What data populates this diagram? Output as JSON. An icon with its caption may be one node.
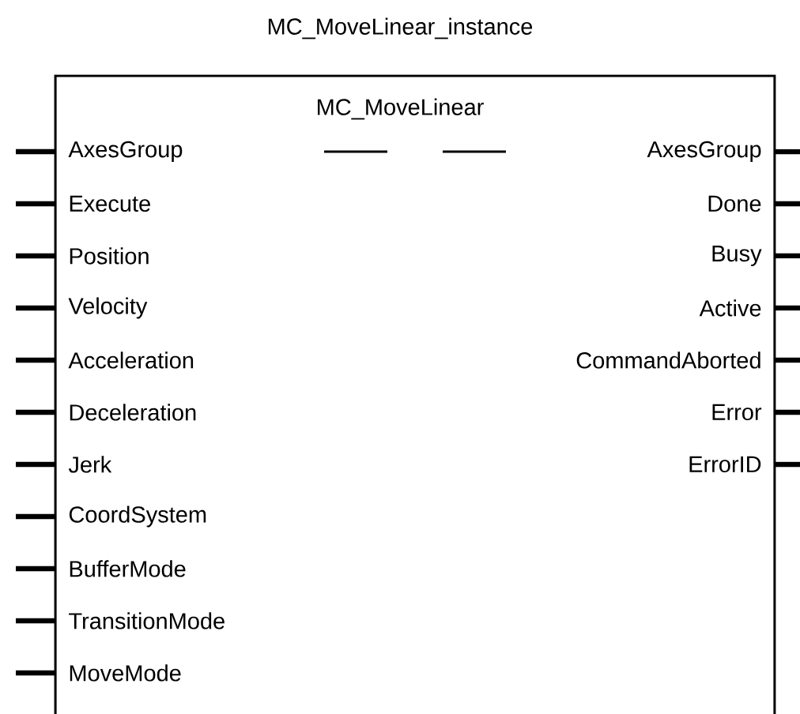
{
  "diagram": {
    "nodes": [
      {
        "text": [
          "MC_MoveLinear_instance",
          "MC_MoveLinear"
        ]
      }
    ],
    "labels": [
      "AxesGroup",
      "AxesGroup",
      "Execute",
      "Done",
      "Position",
      "Busy",
      "Velocity",
      "Active",
      "Acceleration",
      "CommandAborted",
      "Deceleration",
      "Error",
      "Jerk",
      "ErrorID",
      "CoordSystem",
      "BufferMode",
      "TransitionMode",
      "MoveMode"
    ]
  }
}
